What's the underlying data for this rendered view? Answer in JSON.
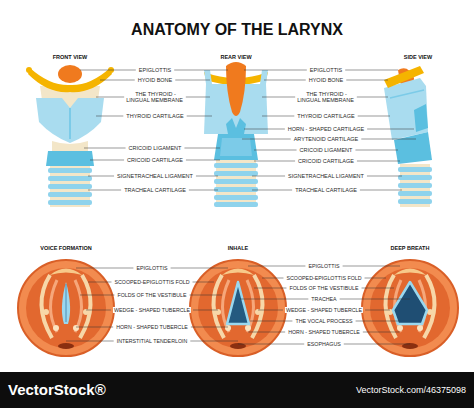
{
  "diagram": {
    "title": "ANATOMY OF THE LARYNX",
    "labels": [
      "FRONT VIEW",
      "REAR VIEW",
      "SIDE VIEW",
      "EPIGLOTTIS",
      "HYOID BONE",
      "THE THYROID - LINGUAL MEMBRANE",
      "THYROID CARTILAGE",
      "CRICOID LIGAMENT",
      "CRICOID CARTILAGE",
      "SIGNETRACHEAL LIGAMENT",
      "TRACHEAL CARTILAGE",
      "EPIGLOTTIS",
      "HYOID BONE",
      "THE THYROID - LINGUAL MEMBRANE",
      "THYROID CARTILAGE",
      "HORN - SHAPED CARTILAGE",
      "ARYTENOID CARTILAGE",
      "CRICOID LIGAMENT",
      "CRICOID CARTILAGE",
      "SIGNETRACHEAL LIGAMENT",
      "TRACHEAL CARTILAGE",
      "VOICE FORMATION",
      "INHALE",
      "DEEP BREATH",
      "EPIGLOTTIS",
      "SCOOPED-EPIGLOTTIS FOLD",
      "FOLDS OF THE VESTIBULE",
      "WEDGE - SHAPED TUBERCLE",
      "HORN - SHAPED TUBERCLE",
      "INTERSTITIAL TENDERLOIN",
      "EPIGLOTTIS",
      "SCOOPED-EPIGLOTTIS FOLD",
      "FOLDS OF THE VESTIBULE",
      "TRACHEA",
      "WEDGE - SHAPED TUBERCLE",
      "THE VOCAL PROCESS",
      "HORN - SHAPED TUBERCLE",
      "ESOPHAGUS",
      "VectorStock®",
      "VectorStock.com/46375098"
    ]
  }
}
